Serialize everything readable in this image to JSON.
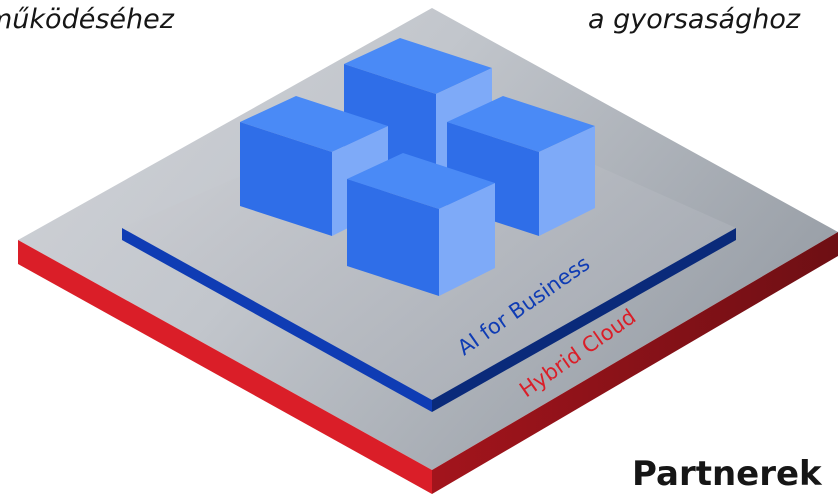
{
  "captions": {
    "top_left": "működéséhez",
    "top_right": "a gyorsasághoz",
    "bottom_right": "Partnerek"
  },
  "layers": {
    "hybrid_cloud": "Hybrid Cloud",
    "ai_for_business": "AI for Business"
  },
  "colors": {
    "base_red": "#da1e28",
    "base_red_dark": "#750e13",
    "inner_blue": "#0f3cb4",
    "inner_blue_dark": "#0a2a7a",
    "cube_top": "#4a8af6",
    "cube_left": "#2f6ee8",
    "cube_right": "#7eaaf8"
  },
  "cubes": [
    {
      "name": "back"
    },
    {
      "name": "left"
    },
    {
      "name": "right"
    },
    {
      "name": "front"
    }
  ]
}
